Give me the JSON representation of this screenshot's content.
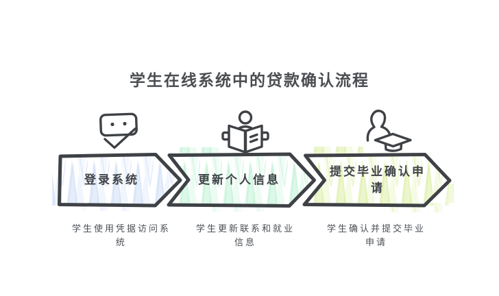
{
  "title": "学生在线系统中的贷款确认流程",
  "colors": {
    "ink": "#3e4145",
    "step1_pattern": "#ccdcf8",
    "step2_pattern": "#b9f2d1",
    "step3_pattern": "#d9ee9d"
  },
  "steps": [
    {
      "label": "登录系统",
      "description": "学生使用凭据访问系统",
      "icon": "credential-check-icon",
      "pattern_color": "#ccdcf8"
    },
    {
      "label": "更新个人信息",
      "description": "学生更新联系和就业信息",
      "icon": "reading-person-icon",
      "pattern_color": "#b9f2d1"
    },
    {
      "label": "提交毕业确认申请",
      "description": "学生确认并提交毕业申请",
      "icon": "graduate-icon",
      "pattern_color": "#d9ee9d"
    }
  ]
}
